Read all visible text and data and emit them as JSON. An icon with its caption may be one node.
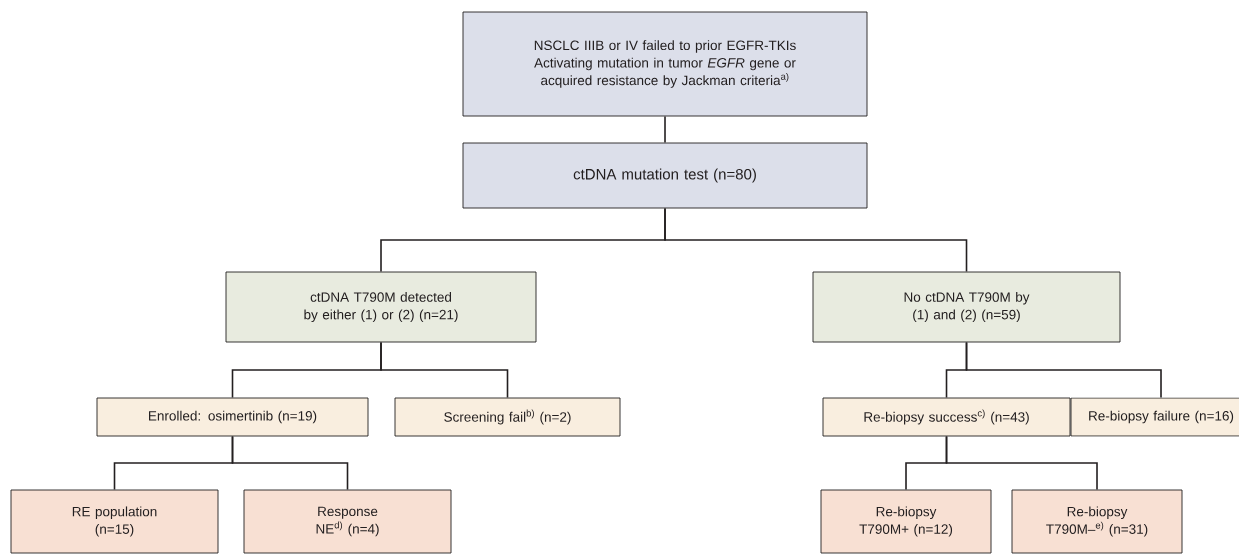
{
  "diagram": {
    "nodes": [
      {
        "text": [
          "NSCLC IIIB or IV failed to prior EGFR-TKIs",
          "Activating mutation in tumor *EGFR* gene or acquired resistance by Jackman criteria$^{a)}$"
        ]
      },
      {
        "text": [
          "ctDNA mutation test (n=80)"
        ]
      },
      {
        "text": [
          "ctDNA T790M detected by either (1) or (2) (n=21)"
        ]
      },
      {
        "text": [
          "No ctDNA T790M by (1) and (2) (n=59)"
        ]
      },
      {
        "text": [
          "Enrolled: osimertinib (n=19)"
        ]
      },
      {
        "text": [
          "Screening fail$^{b)}$ (n=2)"
        ]
      },
      {
        "text": [
          "Re-biopsy success$^{c)}$ (n=43)"
        ]
      },
      {
        "text": [
          "Re-biopsy failure (n=16)"
        ]
      },
      {
        "text": [
          "RE population (n=15)"
        ]
      },
      {
        "text": [
          "Response NE$^{d)}$ (n=4)"
        ]
      },
      {
        "text": [
          "Re-biopsy T790M+ (n=12)"
        ]
      },
      {
        "text": [
          "Re-biopsy T790M–$^{e)}$ (n=31)"
        ]
      }
    ],
    "edges": [
      {
        "from": 0,
        "to": 1,
        "arrow": "none"
      },
      {
        "from": 1,
        "to": 2,
        "arrow": "none"
      },
      {
        "from": 1,
        "to": 3,
        "arrow": "none"
      },
      {
        "from": 2,
        "to": 4,
        "arrow": "none"
      },
      {
        "from": 2,
        "to": 5,
        "arrow": "none"
      },
      {
        "from": 3,
        "to": 6,
        "arrow": "none"
      },
      {
        "from": 3,
        "to": 7,
        "arrow": "none"
      },
      {
        "from": 4,
        "to": 8,
        "arrow": "none"
      },
      {
        "from": 4,
        "to": 9,
        "arrow": "none"
      },
      {
        "from": 6,
        "to": 10,
        "arrow": "none"
      },
      {
        "from": 6,
        "to": 11,
        "arrow": "none"
      }
    ]
  }
}
